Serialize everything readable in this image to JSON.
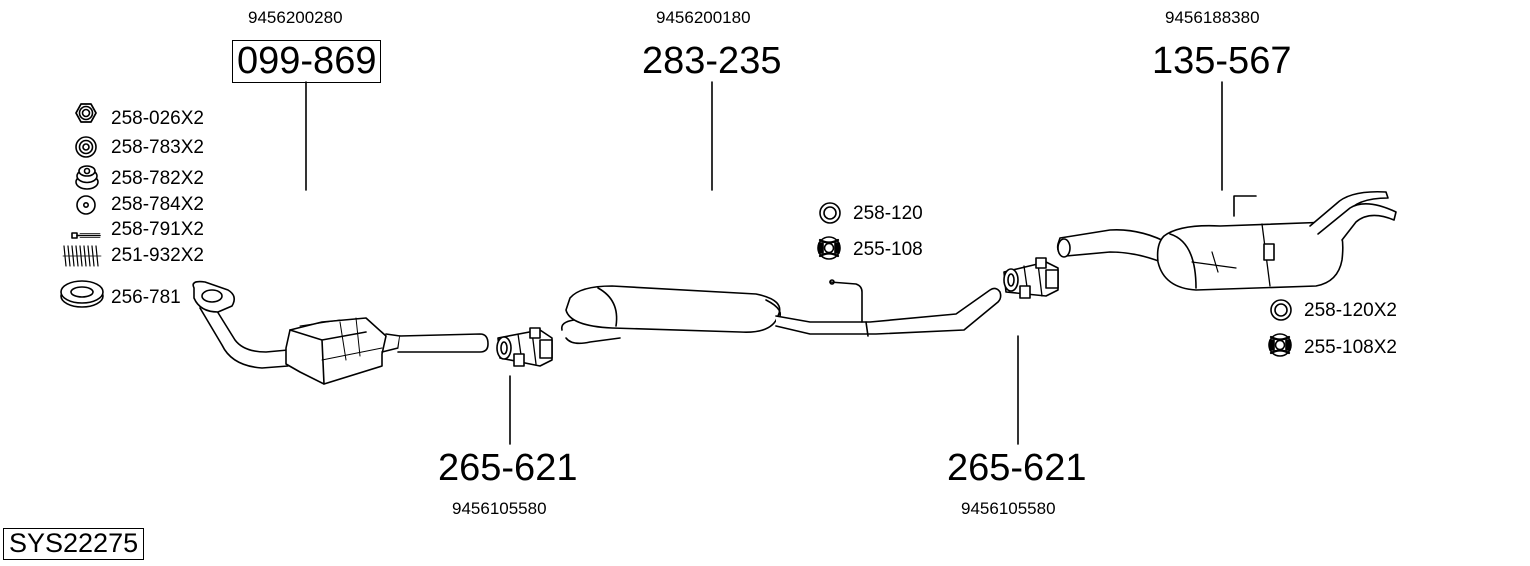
{
  "diagram": {
    "system_code": "SYS22275",
    "parts": [
      {
        "part_no": "099-869",
        "oe_no": "9456200280",
        "boxed": true
      },
      {
        "part_no": "283-235",
        "oe_no": "9456200180"
      },
      {
        "part_no": "135-567",
        "oe_no": "9456188380"
      },
      {
        "part_no": "265-621",
        "oe_no": "9456105580"
      },
      {
        "part_no": "265-621",
        "oe_no": "9456105580"
      }
    ],
    "accessories_left": [
      {
        "label": "258-026X2",
        "icon": "hex-nut-icon"
      },
      {
        "label": "258-783X2",
        "icon": "washer-icon"
      },
      {
        "label": "258-782X2",
        "icon": "bush-icon"
      },
      {
        "label": "258-784X2",
        "icon": "ring-icon"
      },
      {
        "label": "258-791X2",
        "icon": "bolt-icon"
      },
      {
        "label": "251-932X2",
        "icon": "spring-icon"
      },
      {
        "label": "256-781",
        "icon": "gasket-icon"
      }
    ],
    "accessories_mid": [
      {
        "label": "258-120",
        "icon": "ring-icon"
      },
      {
        "label": "255-108",
        "icon": "rubber-mount-icon"
      }
    ],
    "accessories_right": [
      {
        "label": "258-120X2",
        "icon": "ring-icon"
      },
      {
        "label": "255-108X2",
        "icon": "rubber-mount-icon"
      }
    ]
  }
}
